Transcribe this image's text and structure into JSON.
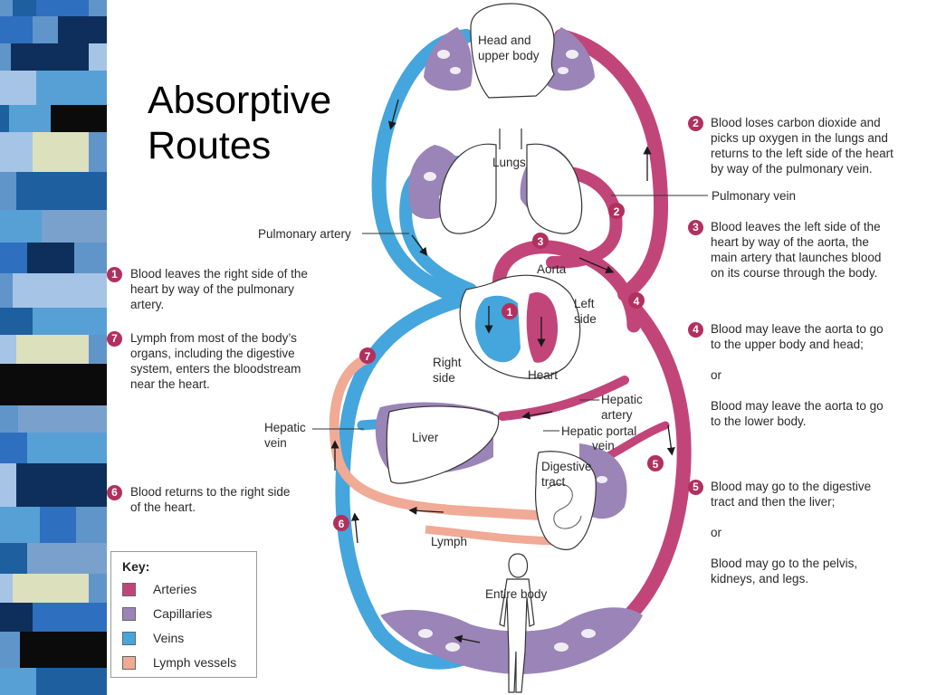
{
  "slide": {
    "title_line1": "Absorptive",
    "title_line2": "Routes"
  },
  "colors": {
    "artery": "#c2457a",
    "capillary": "#9b84b8",
    "vein": "#44a6dc",
    "lymph": "#f0aa95",
    "badge": "#b2305e"
  },
  "stripe_palette": [
    "#1e5fa0",
    "#7aa0cc",
    "#0e2f5c",
    "#56a0d6",
    "#dde0bc",
    "#0b0b0b",
    "#2e6fbf",
    "#a6c4e6",
    "#5f95c9"
  ],
  "diagram": {
    "labels": {
      "head": [
        "Head and",
        "upper body"
      ],
      "lungs": "Lungs",
      "pulmonary_artery": "Pulmonary artery",
      "pulmonary_vein": "Pulmonary vein",
      "aorta": "Aorta",
      "left_side": [
        "Left",
        "side"
      ],
      "right_side": [
        "Right",
        "side"
      ],
      "heart": "Heart",
      "hepatic_artery": [
        "Hepatic",
        "artery"
      ],
      "hepatic_vein": [
        "Hepatic",
        "vein"
      ],
      "hepatic_portal_vein": [
        "Hepatic portal",
        "vein"
      ],
      "liver": "Liver",
      "digestive_tract": [
        "Digestive",
        "tract"
      ],
      "lymph": "Lymph",
      "entire_body": "Entire body"
    },
    "badges": [
      "1",
      "2",
      "3",
      "4",
      "5",
      "6",
      "7"
    ]
  },
  "steps": {
    "s1": {
      "num": "1",
      "lines": [
        "Blood leaves the right side of the",
        "heart by way of the pulmonary",
        "artery."
      ]
    },
    "s7": {
      "num": "7",
      "lines": [
        "Lymph from most of the body’s",
        "organs, including the digestive",
        "system, enters the bloodstream",
        "near the heart."
      ]
    },
    "s6": {
      "num": "6",
      "lines": [
        "Blood returns to the right side",
        "of the heart."
      ]
    },
    "s2": {
      "num": "2",
      "lines": [
        "Blood loses carbon dioxide and",
        "picks up oxygen in the lungs and",
        "returns to the left side of the heart",
        "by way of the pulmonary vein."
      ]
    },
    "s3": {
      "num": "3",
      "lines": [
        "Blood leaves the left side of the",
        "heart by way of the aorta, the",
        "main artery that launches blood",
        "on its course through the body."
      ]
    },
    "s4": {
      "num": "4",
      "lines": [
        "Blood may leave the aorta to go",
        "to the upper body and head;",
        "",
        "or",
        "",
        "Blood may leave the aorta to go",
        "to the lower body."
      ]
    },
    "s5": {
      "num": "5",
      "lines": [
        "Blood may go to the digestive",
        "tract and then the liver;",
        "",
        "or",
        "",
        "Blood may go to the pelvis,",
        "kidneys, and legs."
      ]
    }
  },
  "key": {
    "title": "Key:",
    "items": [
      "Arteries",
      "Capillaries",
      "Veins",
      "Lymph vessels"
    ]
  }
}
